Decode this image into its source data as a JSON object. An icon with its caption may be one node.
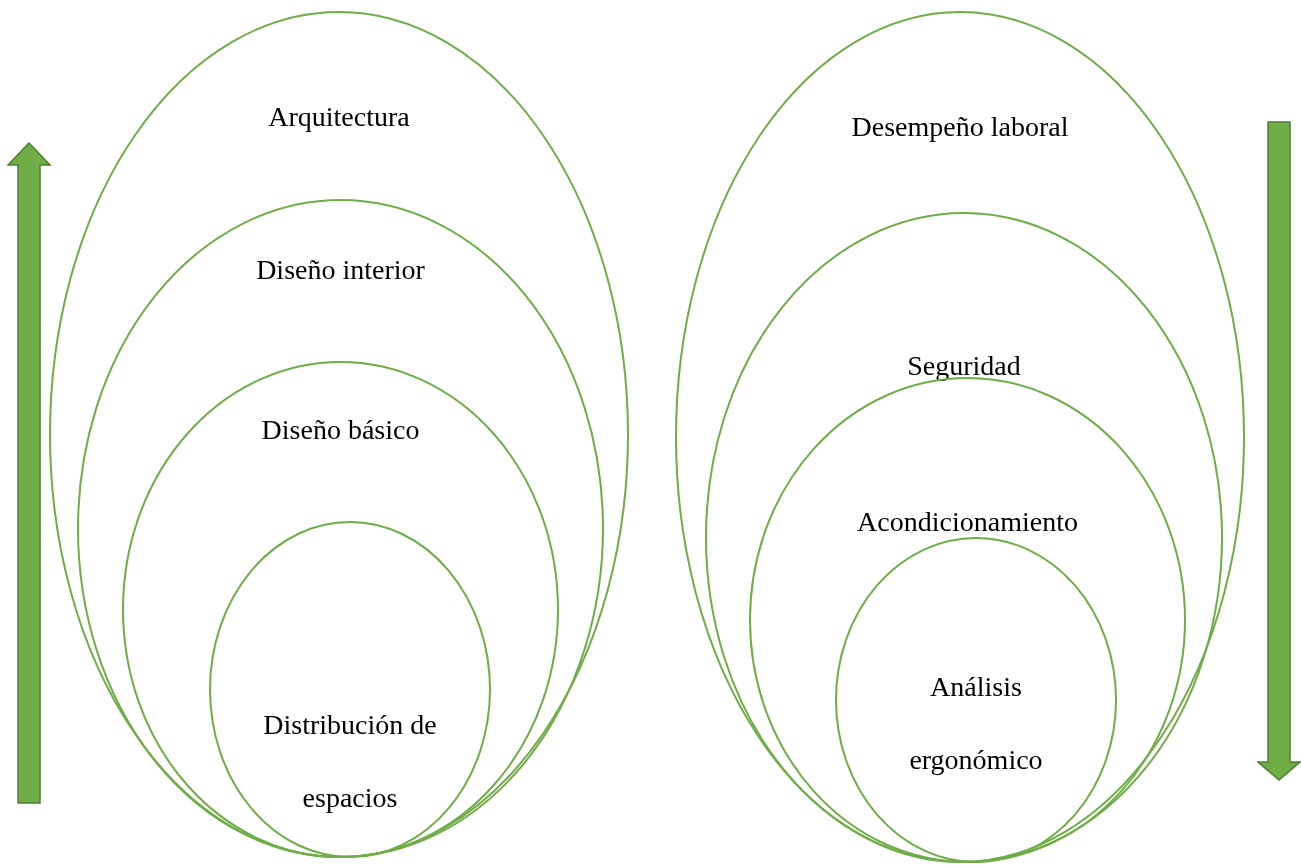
{
  "diagram": {
    "nodes": [
      {
        "text": [
          "Arquitectura"
        ]
      },
      {
        "text": [
          "Diseño interior"
        ],
        "in": 0
      },
      {
        "text": [
          "Diseño básico"
        ],
        "in": 1
      },
      {
        "text": [
          "Distribución de espacios"
        ],
        "in": 2
      },
      {
        "text": [
          "Desempeño laboral"
        ]
      },
      {
        "text": [
          "Seguridad"
        ],
        "in": 4
      },
      {
        "text": [
          "Acondicionamiento"
        ],
        "in": 5
      },
      {
        "text": [
          "Análisis ergonómico"
        ],
        "in": 6
      }
    ]
  }
}
